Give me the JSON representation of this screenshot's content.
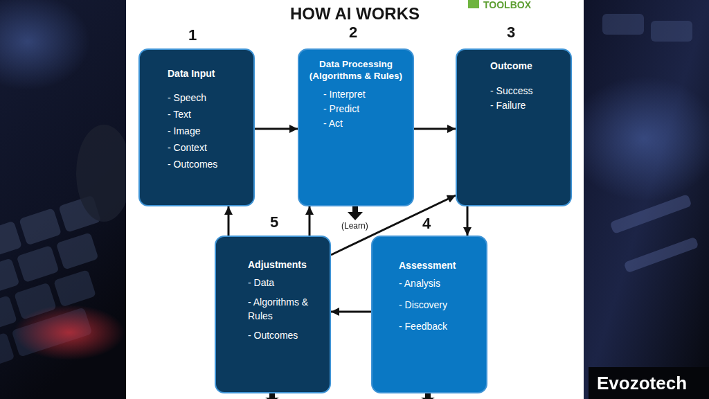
{
  "diagram": {
    "title": "HOW AI WORKS",
    "nodes": [
      {
        "text": [
          "Data Input",
          "- Speech",
          "- Text",
          "- Image",
          "- Context",
          "- Outcomes"
        ]
      },
      {
        "text": [
          "Data Processing (Algorithms & Rules)",
          "- Interpret",
          "- Predict",
          "- Act"
        ]
      },
      {
        "text": [
          "Outcome",
          "- Success",
          "- Failure"
        ]
      },
      {
        "text": [
          "Adjustments",
          "- Data",
          "- Algorithms & Rules",
          "- Outcomes"
        ]
      },
      {
        "text": [
          "Assessment",
          "- Analysis",
          "- Discovery",
          "- Feedback"
        ]
      }
    ],
    "edges": [
      {
        "from": 0,
        "to": 1,
        "arrow": "to"
      },
      {
        "from": 1,
        "to": 2,
        "arrow": "to"
      },
      {
        "from": 2,
        "to": 4,
        "arrow": "to"
      },
      {
        "from": 4,
        "to": 3,
        "arrow": "to"
      },
      {
        "from": 3,
        "to": 0,
        "arrow": "to"
      },
      {
        "from": 3,
        "to": 1,
        "arrow": "to"
      },
      {
        "from": 3,
        "to": 2,
        "arrow": "to"
      }
    ],
    "labels": [
      "TOOLBOX",
      "1",
      "2",
      "3",
      "5",
      "(Learn)",
      "4",
      "Evozotech"
    ]
  }
}
